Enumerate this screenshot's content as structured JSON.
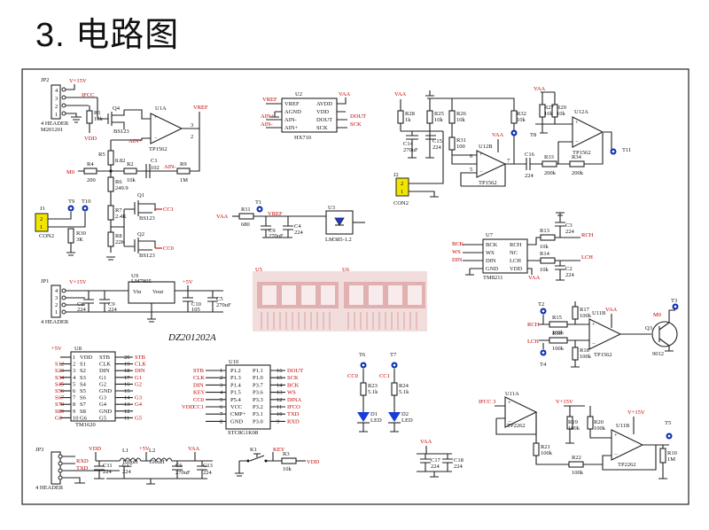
{
  "page": {
    "title": "3. 电路图"
  },
  "board_label": "DZ201202A",
  "labels": {
    "jp2": "JP2",
    "jp2_name": "4 HEADER",
    "jp2_sub": "M201201",
    "vcc15_a": "V+15V",
    "ifcc": "IFCC",
    "r1": "R1",
    "r1v": "10k",
    "vdd1": "VDD",
    "q4": "Q4",
    "bs123_a": "BS123",
    "u1a": "U1A",
    "tp1562_a": "TP1562",
    "vref_a": "VREF",
    "ainp": "AIN+",
    "ainm": "AIN-",
    "r5": "R5",
    "r5v": "8.82",
    "r4": "R4",
    "r4v": "200",
    "m0_a": "M0",
    "r2": "R2",
    "r2v": "10k",
    "c1": "C1",
    "c1v": "102",
    "r9": "R9",
    "r9v": "1M",
    "r6": "R6",
    "r6v": "249.9",
    "t9": "T9",
    "t10": "T10",
    "j1": "J1",
    "con2_a": "CON2",
    "r30": "R30",
    "r30v": "3K",
    "r7": "R7",
    "r7v": "2.4K",
    "r8": "R8",
    "r8v": "22K",
    "q1": "Q1",
    "q2": "Q2",
    "bs123_b": "BS123",
    "bs123_c": "BS123",
    "cc1": "CC1",
    "cc0": "CC0",
    "vref_b": "VREF",
    "u2": "U2",
    "hx710": "HX710",
    "u2_pins": [
      "VREF",
      "AGND",
      "AIN-",
      "AIN+"
    ],
    "u2_rpins": [
      "AVDD",
      "VDD",
      "DOUT",
      "SCK"
    ],
    "vaa_a": "VAA",
    "dout": "DOUT",
    "sck": "SCK",
    "ainp2": "AIN+",
    "ainm2": "AIN-",
    "vaa_b": "VAA",
    "r28": "R28",
    "r28v": "1k",
    "r25": "R25",
    "r25v": "10k",
    "r26": "R26",
    "r26v": "10k",
    "r31": "R31",
    "r31v": "100",
    "c14": "C14",
    "c14v": "270uF",
    "c15": "C15",
    "c15v": "224",
    "u12b": "U12B",
    "tp1562_b": "TP1562",
    "vaa_c": "VAA",
    "t8": "T8",
    "c16": "C16",
    "c16v": "224",
    "r33": "R33",
    "r33v": "200k",
    "r34": "R34",
    "r34v": "200k",
    "r32": "R32",
    "r32v": "10k",
    "j2": "J2",
    "con2_b": "CON2",
    "vaa_d": "VAA",
    "r27": "R27",
    "r27v": "10k",
    "r29": "R29",
    "r29v": "10k",
    "u12a": "U12A",
    "tp1562_c": "TP1562",
    "t11": "T11",
    "vaa_e": "VAA",
    "r11": "R11",
    "r11v": "680",
    "t1": "T1",
    "vref_c": "VREF",
    "c9": "C9",
    "c9v": "270uF",
    "c4": "C4",
    "c4v": "224",
    "u3": "U3",
    "lm385": "LM385-1.2",
    "u7": "U7",
    "u7_l": [
      "BCK",
      "WS",
      "DIN",
      "GND"
    ],
    "u7_r": [
      "RCH",
      "NC",
      "LCH",
      "VDD"
    ],
    "tm8211": "TM8211",
    "bck": "BCK",
    "ws": "WS",
    "din": "DIN",
    "r13": "R13",
    "r13v": "10k",
    "r14": "R14",
    "r14v": "10k",
    "c2": "C2",
    "c2v": "224",
    "c3": "C3",
    "c3v": "224",
    "rch": "RCH",
    "lch": "LCH",
    "vaa_f": "VAA",
    "jp1": "JP1",
    "jp1_name": "4 HEADER",
    "vcc15_b": "V+15V",
    "c8": "C8",
    "c8v": "224",
    "c9b": "C9",
    "c9bv": "224",
    "u9": "U9",
    "lm7805": "LM7805",
    "vin": "Vin",
    "vout": "Vout",
    "v5_a": "+5V",
    "c10": "C10",
    "c10v": "105",
    "c5": "C5",
    "c5v": "270uF",
    "u5": "U5",
    "u6": "U6",
    "t2": "T2",
    "rch2": "RCH",
    "lch2": "LCH",
    "r15": "R15",
    "r15v": "100k",
    "r16": "R16",
    "r16v": "100k",
    "r17": "R17",
    "r17v": "100k",
    "r18": "R18",
    "r18v": "100k",
    "u11b": "U11B",
    "tp1562_d": "TP1562",
    "vaa_g": "VAA",
    "t4": "T4",
    "q3": "Q3",
    "q3v": "9012",
    "m0_b": "M0",
    "t3": "T3",
    "v5_b": "+5V",
    "u8": "U8",
    "tm1620": "TM1620",
    "u8_l": [
      "VDD",
      "S1",
      "S2",
      "S3",
      "S4",
      "S5",
      "S6",
      "S7",
      "S8",
      "G6"
    ],
    "u8_ln": [
      "1",
      "2",
      "3",
      "4",
      "5",
      "6",
      "7",
      "8",
      "9",
      "10"
    ],
    "u8_r": [
      "STB",
      "CLK",
      "DIN",
      "G1",
      "G2",
      "GND",
      "G3",
      "G4",
      "GND",
      "G5"
    ],
    "u8_rn": [
      "20",
      "19",
      "18",
      "17",
      "16",
      "15",
      "14",
      "13",
      "12",
      "11"
    ],
    "u8_nets_l": [
      "S12",
      "S23",
      "S34",
      "S45",
      "S56",
      "S67",
      "S78",
      "S89",
      "G0"
    ],
    "u8_nets_r": [
      "STB",
      "CLK",
      "DIN",
      "G1",
      "G2",
      "",
      "G3",
      "G4",
      "",
      "G5"
    ],
    "u10": "U10",
    "stc": "STC8G1K08",
    "u10_l": [
      "STB",
      "CLK",
      "DIN",
      "KEY",
      "CC0",
      "CC1"
    ],
    "u10_lp": [
      "P1.2",
      "P1.3",
      "P1.4",
      "P1.5",
      "P5.4",
      "VCC",
      "CMP+",
      "GND"
    ],
    "u10_ln": [
      "1",
      "2",
      "3",
      "4",
      "5",
      "6",
      "7",
      "8"
    ],
    "u10_rp": [
      "P1.1",
      "P1.0",
      "P3.7",
      "P3.6",
      "P3.3",
      "P3.2",
      "P3.1",
      "P3.0"
    ],
    "u10_rn": [
      "16",
      "15",
      "14",
      "13",
      "12",
      "11",
      "10",
      "9"
    ],
    "u10_r": [
      "DOUT",
      "SCK",
      "BCK",
      "WS",
      "DINA",
      "IFCO",
      "TXD",
      "RXD"
    ],
    "vdd_u10": "VDD",
    "t6": "T6",
    "t7": "T7",
    "cc0b": "CC0",
    "cc1b": "CC1",
    "r23": "R23",
    "r23v": "5.1k",
    "r24": "R24",
    "r24v": "5.1k",
    "d1": "D1",
    "d1v": "LED",
    "d2": "D2",
    "d2v": "LED",
    "u11a": "U11A",
    "ifcc3": "IFCC 3",
    "tp2262_a": "TP2262",
    "vcc15_c": "V+15V",
    "r19": "R19",
    "r19v": "100k",
    "r20": "R20",
    "r20v": "100k",
    "vcc15_d": "V+15V",
    "t5": "T5",
    "u11b2": "U11B",
    "tp2262_b": "TP2262",
    "r21": "R21",
    "r21v": "100k",
    "r22": "R22",
    "r22v": "100k",
    "r10": "R10",
    "r10v": "1M",
    "jp3": "JP3",
    "jp3_name": "4 HEADER",
    "rxd": "RXD",
    "txd": "TXD",
    "vdd2": "VDD",
    "v5_c": "+5V",
    "vaa_h": "VAA",
    "c11": "C11",
    "c11v": "224",
    "c12": "C12",
    "c12v": "224",
    "l1": "L1",
    "l1v": "100uH",
    "l2": "L2",
    "l2v": "100uH",
    "c6": "C6",
    "c6v": "270uF",
    "c13": "C13",
    "c13v": "224",
    "k1": "K1",
    "key": "KEY",
    "r3": "R3",
    "r3v": "10k",
    "vdd3": "VDD",
    "vaa_i": "VAA",
    "c17": "C17",
    "c17v": "224",
    "c18": "C18",
    "c18v": "224"
  },
  "colors": {
    "wire": "#222222",
    "net": "#c00000",
    "testpoint": "#0d2fb0",
    "led": "#1a3cd6"
  }
}
